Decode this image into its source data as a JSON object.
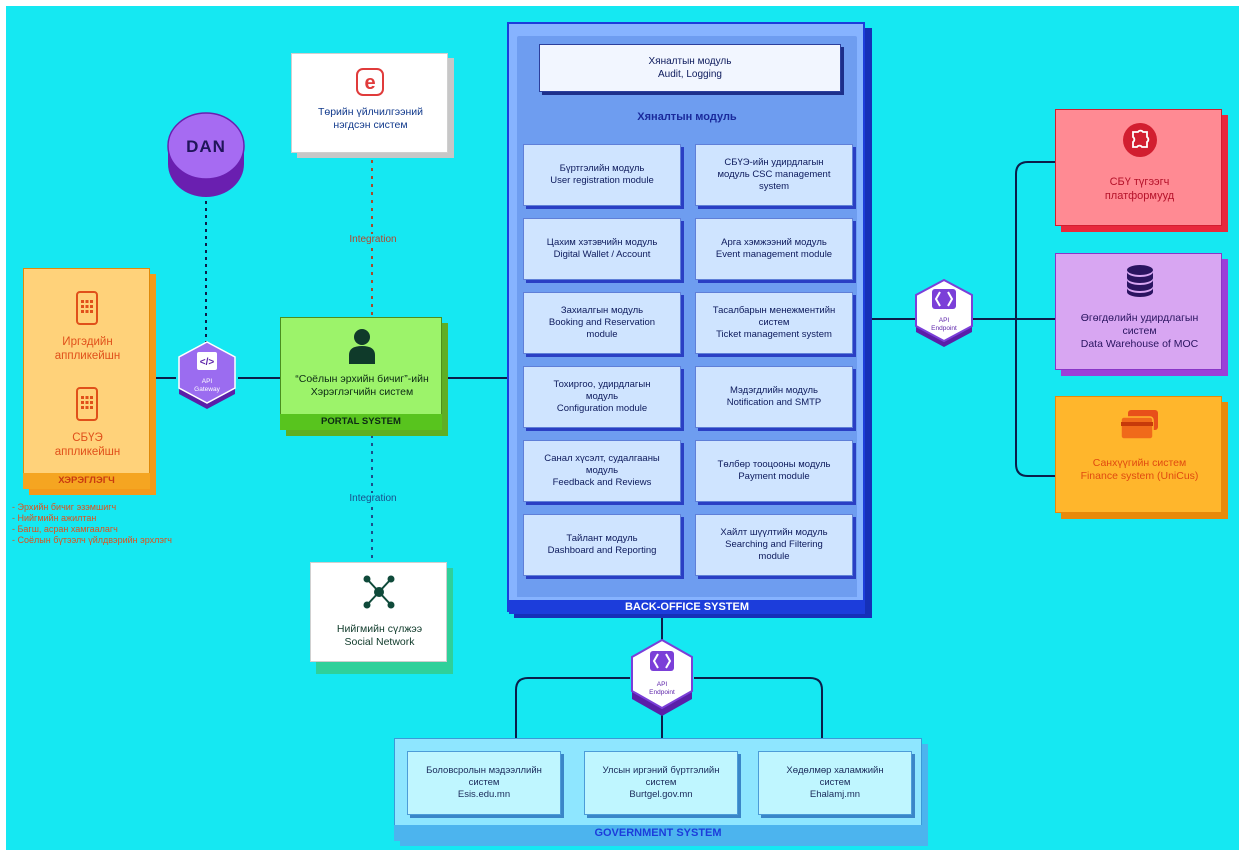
{
  "monitoring": {
    "inner_title": "Хяналтын модуль",
    "inner_subtitle": "Audit, Logging",
    "band_label": "Хяналтын модуль"
  },
  "backoffice": {
    "label": "BACK-OFFICE SYSTEM",
    "left_modules": [
      {
        "line1": "Бүртгэлийн модуль",
        "line2": "User registration module",
        "line3": ""
      },
      {
        "line1": "Цахим хэтэвчийн модуль",
        "line2": "Digital Wallet / Account",
        "line3": ""
      },
      {
        "line1": "Захиалгын модуль",
        "line2": "Booking and Reservation",
        "line3": "module"
      },
      {
        "line1": "Тохиргоо, удирдлагын",
        "line2": "модуль",
        "line3": "Configuration module"
      },
      {
        "line1": "Санал хүсэлт, судалгааны",
        "line2": "модуль",
        "line3": "Feedback and Reviews"
      },
      {
        "line1": "Тайлант модуль",
        "line2": "Dashboard and Reporting",
        "line3": ""
      }
    ],
    "right_modules": [
      {
        "line1": "СБҮЭ-ийн удирдлагын",
        "line2": "модуль CSC management",
        "line3": "system"
      },
      {
        "line1": "Арга хэмжээний модуль",
        "line2": "Event management module",
        "line3": ""
      },
      {
        "line1": "Тасалбарын менежментийн",
        "line2": "систем",
        "line3": "Ticket management system"
      },
      {
        "line1": "Мэдэгдлийн модуль",
        "line2": "Notification and SMTP",
        "line3": ""
      },
      {
        "line1": "Төлбөр тооцооны модуль",
        "line2": "Payment module",
        "line3": ""
      },
      {
        "line1": "Хайлт шүүлтийн модуль",
        "line2": "Searching and Filtering",
        "line3": "module"
      }
    ]
  },
  "egov": {
    "logo_letter": "e",
    "line1": "Төрийн үйлчилгээний",
    "line2": "нэгдсэн систем"
  },
  "dan": {
    "logo_text": "DAN"
  },
  "integration_top": "Integration",
  "integration_bottom": "Integration",
  "portal": {
    "line1": "“Соёлын эрхийн бичиг”-ийн",
    "line2": "Хэрэглэгчийн систем",
    "label": "PORTAL SYSTEM"
  },
  "social": {
    "line1": "Нийгмийн сүлжээ",
    "line2": "Social Network"
  },
  "user": {
    "app1_line1": "Иргэдийн",
    "app1_line2": "аппликейшн",
    "app2_line1": "СБҮЭ",
    "app2_line2": "аппликейшн",
    "label": "ХЭРЭГЛЭГЧ",
    "roles": [
      "-   Эрхийн бичиг эзэмшигч",
      "-   Нийгмийн ажилтан",
      "-   Багш, асран хамгаалагч",
      "-   Соёлын бүтээлч үйлдвэрийн эрхлэгч"
    ]
  },
  "api_gateway": {
    "line1": "API",
    "line2": "Gateway"
  },
  "api_endpoint_right": {
    "line1": "API",
    "line2": "Endpoint"
  },
  "api_endpoint_bottom": {
    "line1": "API",
    "line2": "Endpoint"
  },
  "external": {
    "sbu": {
      "line1": "СБҮ түгээгч",
      "line2": "платформууд"
    },
    "dw": {
      "line1": "Өгөгдөлийн удирдлагын",
      "line2": "систем",
      "line3": "Data Warehouse of MOC"
    },
    "finance": {
      "line1": "Санхүүгийн систем",
      "line2": "Finance system (UniCus)"
    }
  },
  "government": {
    "label": "GOVERNMENT SYSTEM",
    "cards": [
      {
        "line1": "Боловсролын мэдээллийн",
        "line2": "систем",
        "line3": "Esis.edu.mn"
      },
      {
        "line1": "Улсын иргэний бүртгэлийн",
        "line2": "систем",
        "line3": "Burtgel.gov.mn"
      },
      {
        "line1": "Хөдөлмөр халамжийн",
        "line2": "систем",
        "line3": "Ehalamj.mn"
      }
    ]
  },
  "colors": {
    "background": "#15e8f2",
    "backoffice_blue": "#1c3ddb",
    "portal_green": "#9cf36a",
    "user_orange": "#ffd27a",
    "sbu_red": "#f0505e",
    "dw_purple": "#c98de8",
    "finance_orange": "#ffab1f",
    "api_purple": "#7b3fd8"
  }
}
